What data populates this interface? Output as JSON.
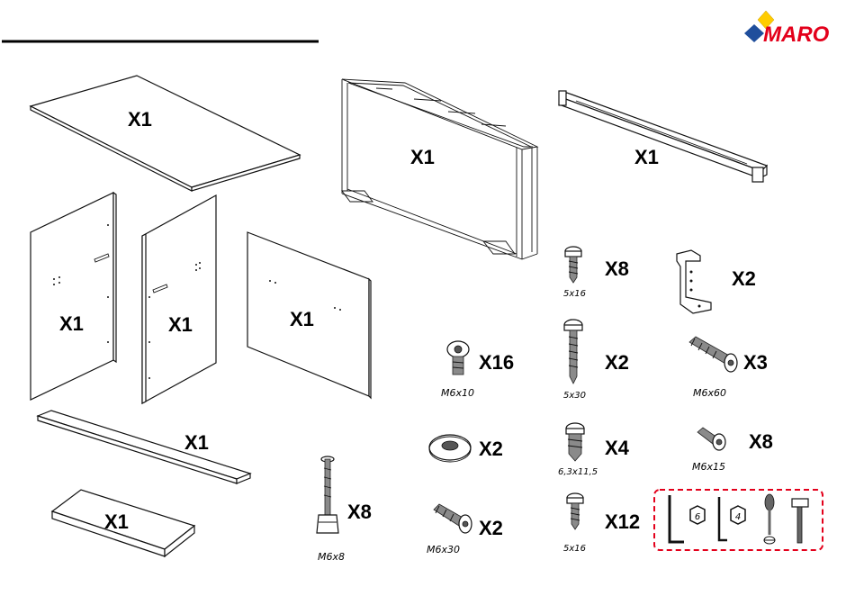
{
  "brand": {
    "name": "MARO",
    "color_red": "#e3001b",
    "color_blue": "#1f4e9c",
    "color_yellow": "#ffcc00"
  },
  "parts": {
    "top_panel": "X1",
    "frame": "X1",
    "rail": "X1",
    "side_left": "X1",
    "side_right": "X1",
    "back_panel": "X1",
    "long_strip": "X1",
    "shelf": "X1"
  },
  "hardware": {
    "screw_5x16_a": {
      "qty": "X8",
      "caption": "5x16"
    },
    "bracket": {
      "qty": "X2"
    },
    "bolt_m6x10": {
      "qty": "X16",
      "caption": "M6x10"
    },
    "screw_5x30": {
      "qty": "X2",
      "caption": "5x30"
    },
    "bolt_m6x60": {
      "qty": "X3",
      "caption": "M6x60"
    },
    "washer": {
      "qty": "X2"
    },
    "screw_6x11": {
      "qty": "X4",
      "caption": "6,3x11,5"
    },
    "bolt_m6x15": {
      "qty": "X8",
      "caption": "M6x15"
    },
    "leg_m6x8": {
      "qty": "X8",
      "caption": "M6x8"
    },
    "bolt_m6x30": {
      "qty": "X2",
      "caption": "M6x30"
    },
    "screw_5x16_b": {
      "qty": "X12",
      "caption": "5x16"
    }
  },
  "tools": {
    "hex_key_large": "6",
    "hex_key_small": "4",
    "outline_color": "#e3001b"
  }
}
